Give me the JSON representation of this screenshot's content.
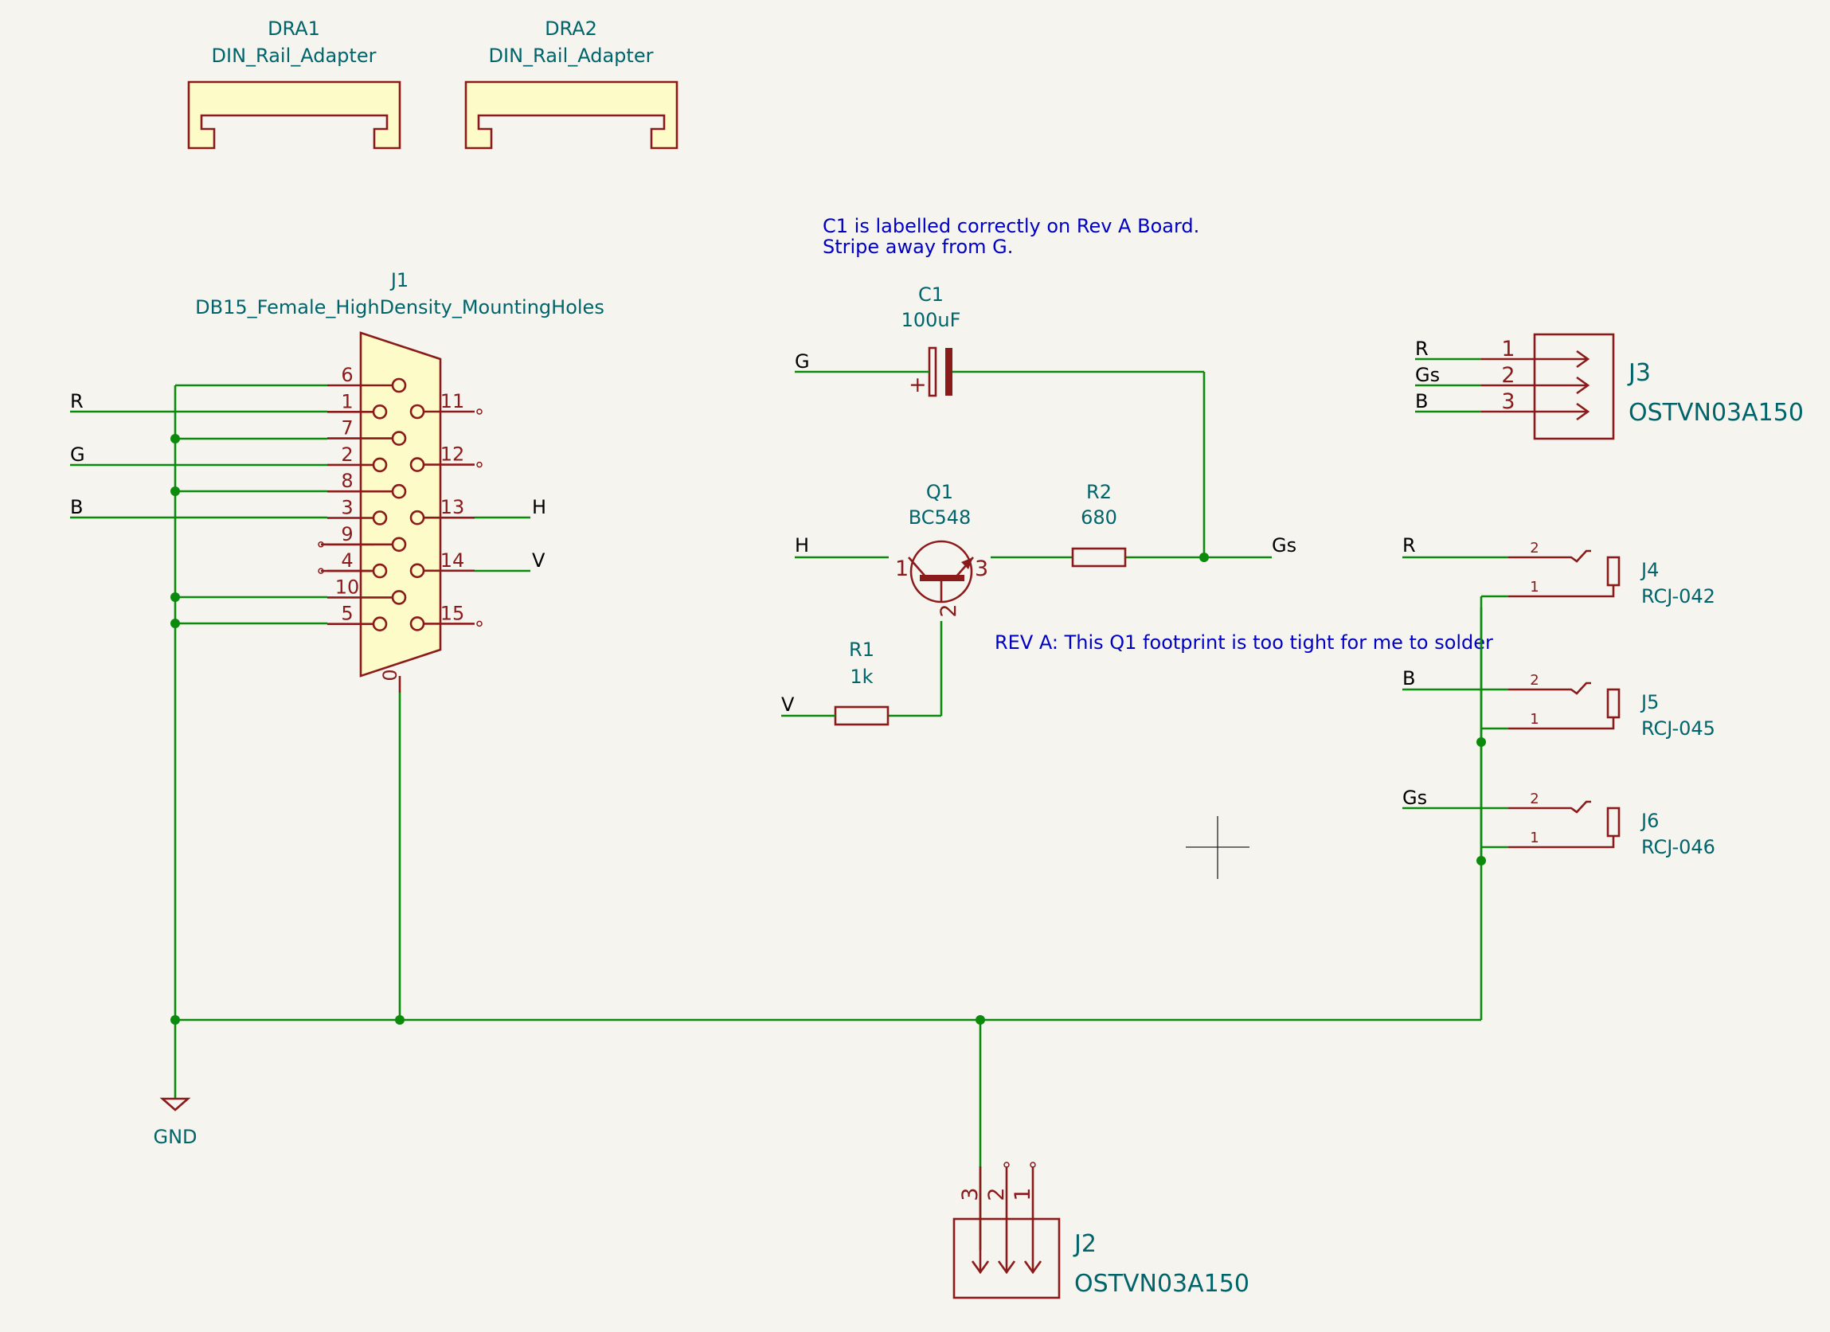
{
  "symbols": {
    "dra1": {
      "ref": "DRA1",
      "value": "DIN_Rail_Adapter"
    },
    "dra2": {
      "ref": "DRA2",
      "value": "DIN_Rail_Adapter"
    },
    "j1": {
      "ref": "J1",
      "value": "DB15_Female_HighDensity_MountingHoles",
      "mount_pin": "0",
      "left_pins": [
        "6",
        "1",
        "7",
        "2",
        "8",
        "3",
        "9",
        "4",
        "10",
        "5"
      ],
      "right_pins": [
        "11",
        "12",
        "13",
        "14",
        "15"
      ]
    },
    "c1": {
      "ref": "C1",
      "value": "100uF",
      "plus": "+"
    },
    "q1": {
      "ref": "Q1",
      "value": "BC548",
      "pin1": "1",
      "pin2": "2",
      "pin3": "3"
    },
    "r1": {
      "ref": "R1",
      "value": "1k"
    },
    "r2": {
      "ref": "R2",
      "value": "680"
    },
    "j2": {
      "ref": "J2",
      "value": "OSTVN03A150",
      "pins": [
        "3",
        "2",
        "1"
      ]
    },
    "j3": {
      "ref": "J3",
      "value": "OSTVN03A150",
      "pins": [
        "1",
        "2",
        "3"
      ]
    },
    "j4": {
      "ref": "J4",
      "value": "RCJ-042",
      "pin_a": "2",
      "pin_b": "1"
    },
    "j5": {
      "ref": "J5",
      "value": "RCJ-045",
      "pin_a": "2",
      "pin_b": "1"
    },
    "j6": {
      "ref": "J6",
      "value": "RCJ-046",
      "pin_a": "2",
      "pin_b": "1"
    },
    "gnd": {
      "label": "GND"
    }
  },
  "net_labels": {
    "j1_r": "R",
    "j1_g": "G",
    "j1_b": "B",
    "j1_h": "H",
    "j1_v": "V",
    "c1_g": "G",
    "q1_h": "H",
    "r1_v": "V",
    "gs_out": "Gs",
    "j3_r": "R",
    "j3_gs": "Gs",
    "j3_b": "B",
    "j4_r": "R",
    "j5_b": "B",
    "j6_gs": "Gs"
  },
  "notes": {
    "c1_line1": "C1 is labelled correctly on Rev A Board.",
    "c1_line2": "Stripe away from G.",
    "q1_note": "REV A: This Q1 footprint is too tight for me to solder"
  },
  "colors": {
    "background": "#f5f4ef",
    "wire": "#0b8a0b",
    "symbol": "#8b1a1a",
    "symbol_fill": "#fdfcc8",
    "reference": "#00656b",
    "note": "#0000c4"
  }
}
